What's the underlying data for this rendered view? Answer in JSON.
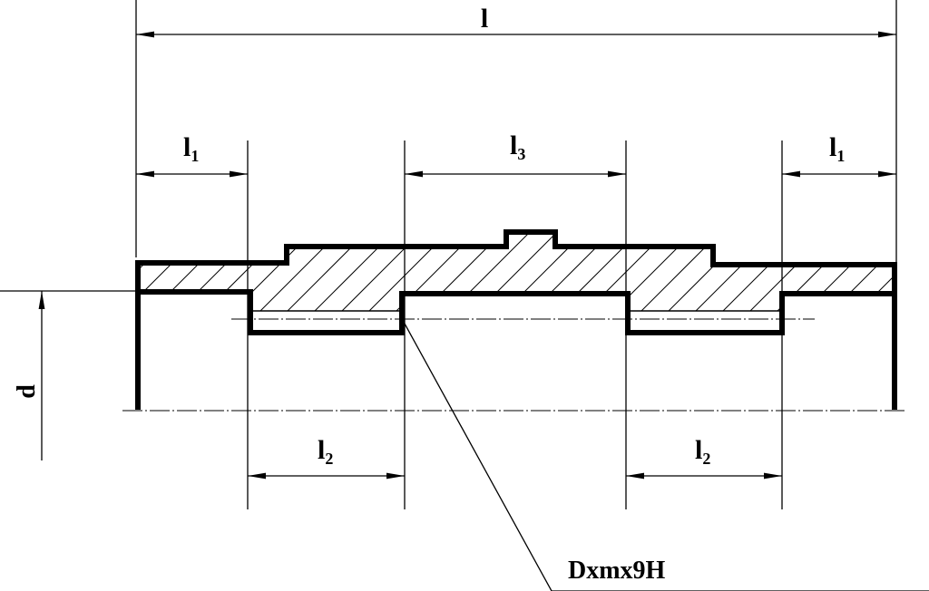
{
  "drawing": {
    "dimensions": {
      "total_length": {
        "base": "l",
        "sub": ""
      },
      "end_length_left": {
        "base": "l",
        "sub": "1"
      },
      "end_length_right": {
        "base": "l",
        "sub": "1"
      },
      "middle_length": {
        "base": "l",
        "sub": "3"
      },
      "spline_length_left": {
        "base": "l",
        "sub": "2"
      },
      "spline_length_right": {
        "base": "l",
        "sub": "2"
      },
      "diameter": {
        "base": "d",
        "sub": ""
      }
    },
    "spline_callout": "Dxmx9H"
  },
  "colors": {
    "line": "#000000",
    "background": "#ffffff"
  }
}
